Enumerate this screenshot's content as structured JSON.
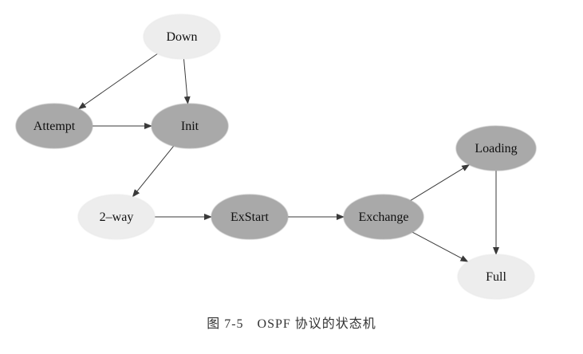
{
  "diagram": {
    "type": "state-machine",
    "colors": {
      "light_fill": "#ededed",
      "dark_fill": "#a9a9a9",
      "edge": "#3a3a3a",
      "text": "#111111"
    },
    "nodes": [
      {
        "id": "down",
        "label": "Down",
        "shade": "light"
      },
      {
        "id": "attempt",
        "label": "Attempt",
        "shade": "dark"
      },
      {
        "id": "init",
        "label": "Init",
        "shade": "dark"
      },
      {
        "id": "twoway",
        "label": "2–way",
        "shade": "light"
      },
      {
        "id": "exstart",
        "label": "ExStart",
        "shade": "dark"
      },
      {
        "id": "exchange",
        "label": "Exchange",
        "shade": "dark"
      },
      {
        "id": "loading",
        "label": "Loading",
        "shade": "dark"
      },
      {
        "id": "full",
        "label": "Full",
        "shade": "light"
      }
    ],
    "edges": [
      {
        "from": "down",
        "to": "attempt"
      },
      {
        "from": "down",
        "to": "init"
      },
      {
        "from": "attempt",
        "to": "init"
      },
      {
        "from": "init",
        "to": "twoway"
      },
      {
        "from": "twoway",
        "to": "exstart"
      },
      {
        "from": "exstart",
        "to": "exchange"
      },
      {
        "from": "exchange",
        "to": "loading"
      },
      {
        "from": "exchange",
        "to": "full"
      },
      {
        "from": "loading",
        "to": "full"
      }
    ]
  },
  "caption": "图 7-5　OSPF 协议的状态机"
}
